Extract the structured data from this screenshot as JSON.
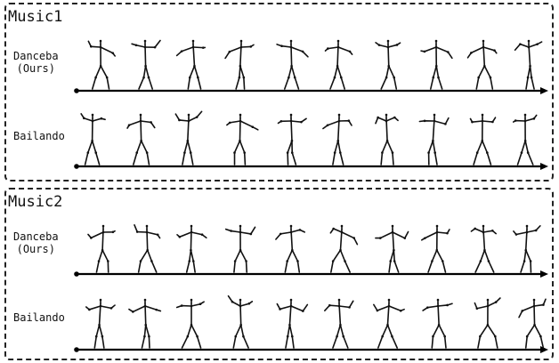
{
  "panels": [
    {
      "title": "Music1",
      "rows": [
        {
          "label_lines": [
            "Danceba",
            "(Ours)"
          ]
        },
        {
          "label_lines": [
            "Bailando"
          ]
        }
      ]
    },
    {
      "title": "Music2",
      "rows": [
        {
          "label_lines": [
            "Danceba",
            "(Ours)"
          ]
        },
        {
          "label_lines": [
            "Bailando"
          ]
        }
      ]
    }
  ]
}
